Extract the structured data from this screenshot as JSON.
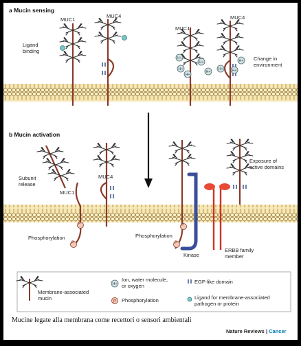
{
  "panel_a": {
    "heading": "a Mucin sensing",
    "muc1_label": "MUC1",
    "muc4_label": "MUC4",
    "ligand_binding": [
      "Ligand",
      "binding"
    ],
    "change_env": [
      "Change in",
      "environment"
    ]
  },
  "panel_b": {
    "heading": "b Mucin activation",
    "subunit_release": [
      "Subunit",
      "release"
    ],
    "muc1_label": "MUC1",
    "muc4_label": "MUC4",
    "phosphorylation": "Phosphorylation",
    "kinase": "Kinase",
    "erbb": [
      "ERBB family",
      "member"
    ],
    "exposure": [
      "Exposure of",
      "active domains"
    ],
    "p_symbol": "P"
  },
  "legend": {
    "membrane_mucin": [
      "Membrane-associated",
      "mucin"
    ],
    "ion": [
      "Ion, water molecule,",
      "or oxygen"
    ],
    "phosphorylation": "Phosphorylation",
    "egf": "EGF-like domain",
    "ligand": [
      "Ligand for membrane-associated",
      "pathogen or protein"
    ]
  },
  "caption": "Mucine legate alla membrana come recettori o sensori ambientali",
  "credit": {
    "journal": "Nature Reviews",
    "section": "Cancer"
  },
  "colors": {
    "mucin": "#8a3a2a",
    "kinase": "#3a4e9a",
    "erbb": "#cc3322",
    "membrane": "#f7e8b8",
    "accent": "#0077b6"
  }
}
